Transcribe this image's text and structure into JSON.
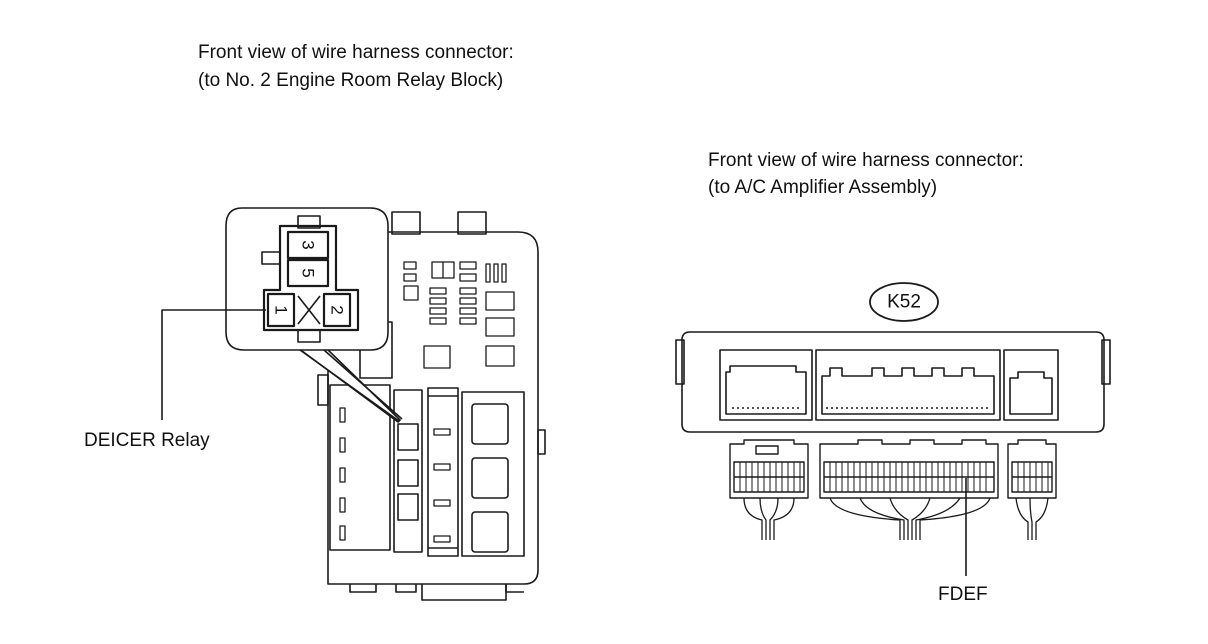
{
  "left_connector": {
    "caption_line1": "Front view of wire harness connector:",
    "caption_line2": "(to No. 2 Engine Room Relay Block)",
    "relay_label": "DEICER Relay",
    "terminals": [
      "3",
      "5",
      "1",
      "2"
    ]
  },
  "right_connector": {
    "caption_line1": "Front view of wire harness connector:",
    "caption_line2": "(to A/C Amplifier Assembly)",
    "connector_id": "K52",
    "terminal_label": "FDEF"
  },
  "colors": {
    "line": "#1a1a1a",
    "background": "#ffffff"
  }
}
